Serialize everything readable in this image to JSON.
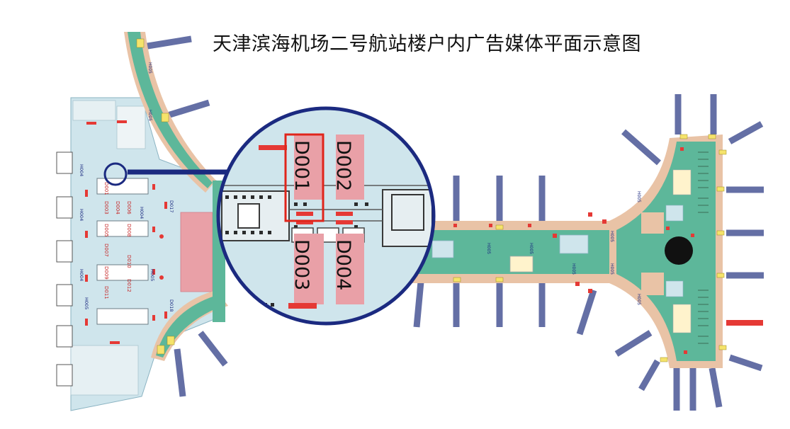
{
  "title": "天津滨海机场二号航站楼户内广告媒体平面示意图",
  "colors": {
    "concourse": "#5db79a",
    "apron": "#e9c3a6",
    "landside": "#cfe5ec",
    "pier": "#646fa5",
    "highlight": "#e36f6f",
    "marker": "#e53935",
    "callout": "#1b2a80",
    "box": "#e0251b"
  },
  "callout": {
    "labels": [
      "D001",
      "D002",
      "D003",
      "D004"
    ],
    "highlighted": "D001"
  },
  "hall_labels": [
    "D017",
    "D018",
    "H004",
    "H004",
    "H004",
    "H004",
    "H005",
    "H005"
  ],
  "left_column_labels": [
    "D001",
    "D003",
    "D005",
    "D007",
    "D009",
    "D011"
  ],
  "left_column_labels_b": [
    "D004",
    "D006",
    "D008",
    "D010",
    "D012"
  ],
  "concourse_labels": [
    "H005",
    "H005",
    "H005",
    "H005",
    "H005",
    "H005",
    "H005",
    "H005",
    "H005"
  ]
}
